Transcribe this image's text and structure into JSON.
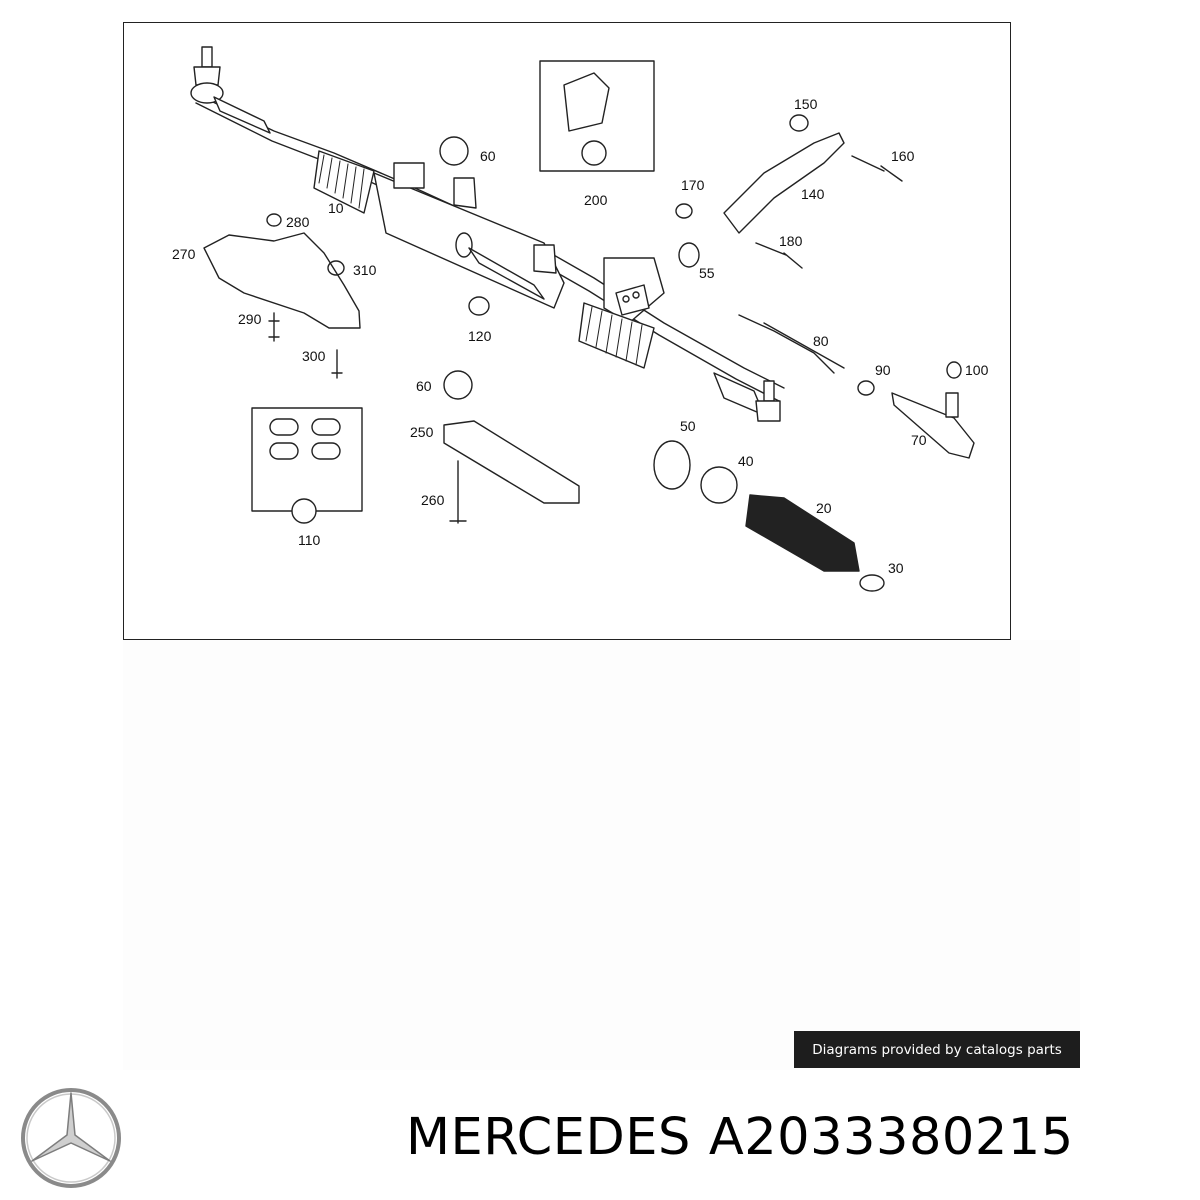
{
  "diagram": {
    "callouts": {
      "c10": "10",
      "c20": "20",
      "c30": "30",
      "c40": "40",
      "c50": "50",
      "c55": "55",
      "c60a": "60",
      "c60b": "60",
      "c70": "70",
      "c80": "80",
      "c90": "90",
      "c100": "100",
      "c110": "110",
      "c120": "120",
      "c140": "140",
      "c150": "150",
      "c160": "160",
      "c170": "170",
      "c180": "180",
      "c200": "200",
      "c250": "250",
      "c260": "260",
      "c270": "270",
      "c280": "280",
      "c290": "290",
      "c300": "300",
      "c310": "310"
    }
  },
  "credit": "Diagrams provided by catalogs parts",
  "brand": "MERCEDES",
  "part_number": "A2033380215",
  "logo": "mercedes-star-logo"
}
